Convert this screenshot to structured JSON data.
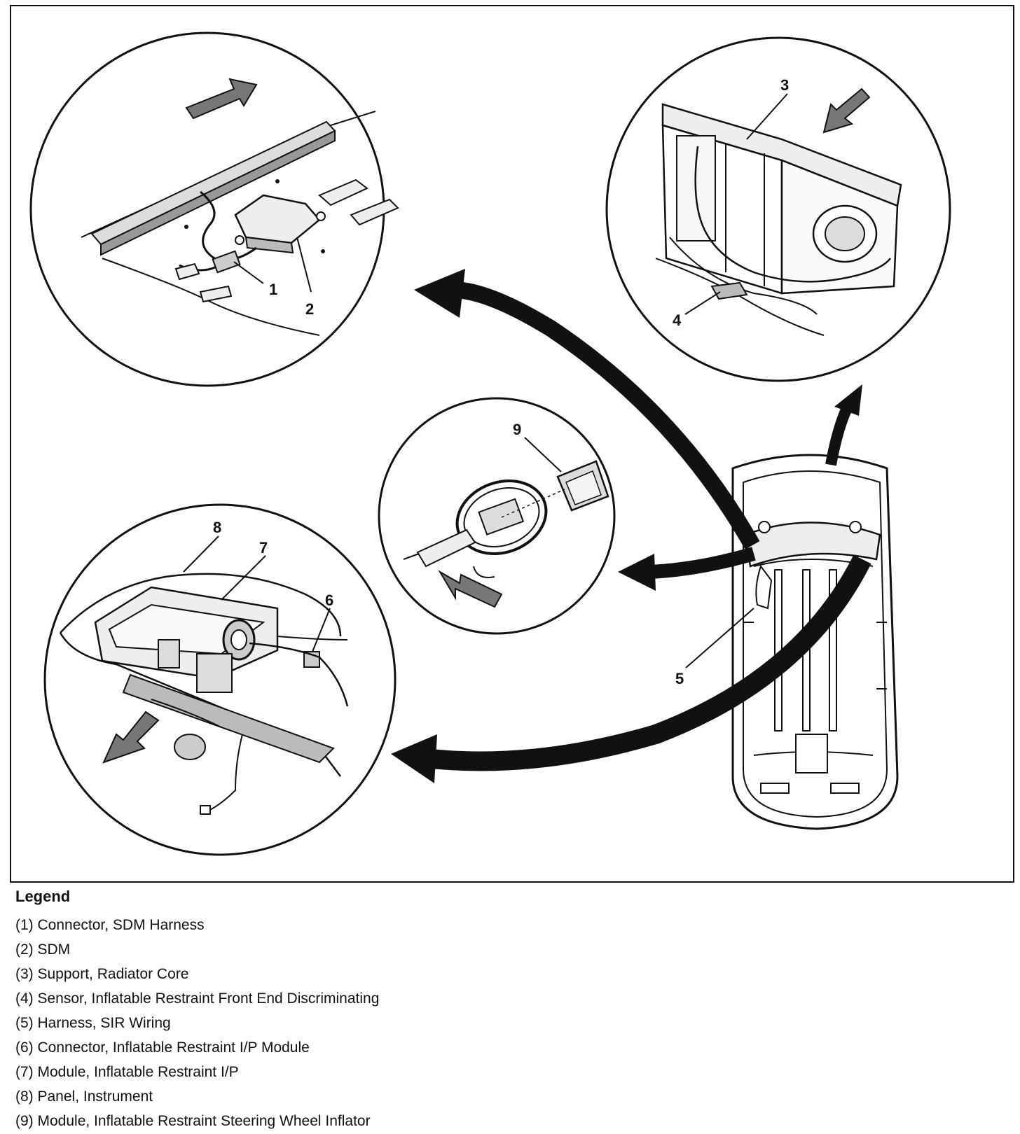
{
  "callouts": [
    "1",
    "2",
    "3",
    "4",
    "5",
    "6",
    "7",
    "8",
    "9"
  ],
  "legend": {
    "title": "Legend",
    "items": [
      "(1) Connector, SDM Harness",
      "(2) SDM",
      "(3) Support, Radiator Core",
      "(4) Sensor, Inflatable Restraint Front End Discriminating",
      "(5) Harness, SIR Wiring",
      "(6) Connector, Inflatable Restraint I/P Module",
      "(7) Module, Inflatable Restraint I/P",
      "(8) Panel, Instrument",
      "(9) Module, Inflatable Restraint Steering Wheel Inflator"
    ]
  }
}
